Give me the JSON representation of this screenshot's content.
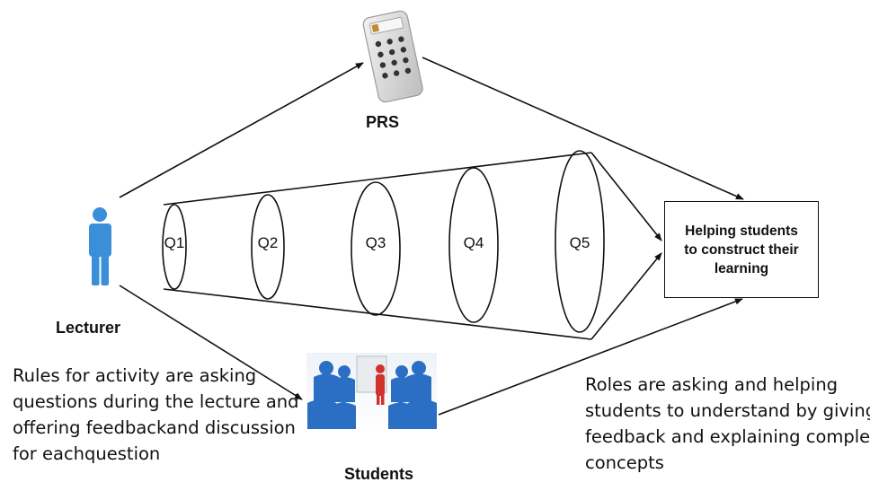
{
  "nodes": {
    "prs": "PRS",
    "lecturer": "Lecturer",
    "students": "Students",
    "goal_lines": [
      "Helping students",
      "to construct their",
      "learning"
    ]
  },
  "questions": [
    "Q1",
    "Q2",
    "Q3",
    "Q4",
    "Q5"
  ],
  "notes": {
    "rules": [
      "Rules for activity are asking",
      "questions during the lecture and",
      "offering feedbackand discussion",
      "for eachquestion"
    ],
    "roles": [
      "Roles are asking and helping",
      "students to understand by giving",
      "feedback and explaining complex",
      "concepts"
    ]
  },
  "colors": {
    "lecturer_figure": "#3a8fd8",
    "student_figures": "#2b6fc4",
    "presenter": "#d0312d",
    "prs_device": "#d8d8d8"
  },
  "icons": {
    "lecturer": "person-icon",
    "prs": "clicker-device-icon",
    "students": "classroom-students-icon"
  }
}
